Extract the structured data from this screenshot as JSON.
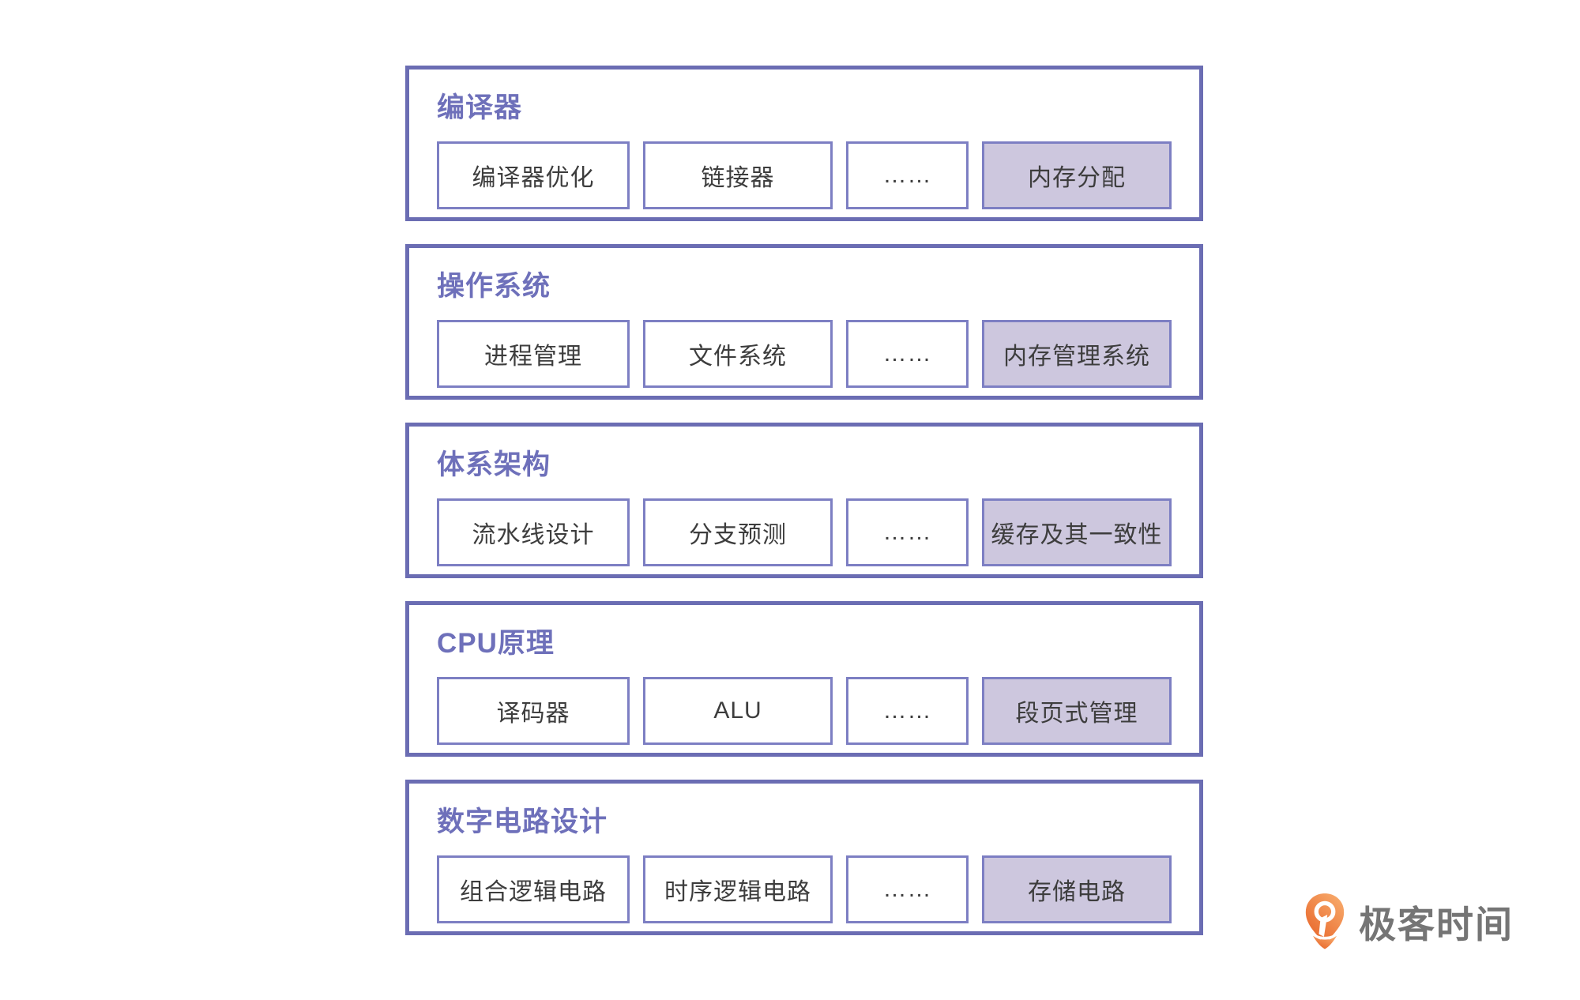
{
  "colors": {
    "layer_border": "#6b6db3",
    "layer_title": "#6e70ba",
    "box_border": "#7d7fc3",
    "box_text": "#3d3d3d",
    "highlight_bg": "#cdc7de",
    "logo_orange_light": "#f7a869",
    "logo_orange_dark": "#e8662a",
    "logo_text_color": "#757575"
  },
  "sections": [
    {
      "title": "编译器",
      "items": [
        {
          "label": "编译器优化",
          "highlighted": false
        },
        {
          "label": "链接器",
          "highlighted": false
        },
        {
          "label": "……",
          "highlighted": false
        },
        {
          "label": "内存分配",
          "highlighted": true
        }
      ]
    },
    {
      "title": "操作系统",
      "items": [
        {
          "label": "进程管理",
          "highlighted": false
        },
        {
          "label": "文件系统",
          "highlighted": false
        },
        {
          "label": "……",
          "highlighted": false
        },
        {
          "label": "内存管理系统",
          "highlighted": true
        }
      ]
    },
    {
      "title": "体系架构",
      "items": [
        {
          "label": "流水线设计",
          "highlighted": false
        },
        {
          "label": "分支预测",
          "highlighted": false
        },
        {
          "label": "……",
          "highlighted": false
        },
        {
          "label": "缓存及其一致性",
          "highlighted": true
        }
      ]
    },
    {
      "title": "CPU原理",
      "items": [
        {
          "label": "译码器",
          "highlighted": false
        },
        {
          "label": "ALU",
          "highlighted": false
        },
        {
          "label": "……",
          "highlighted": false
        },
        {
          "label": "段页式管理",
          "highlighted": true
        }
      ]
    },
    {
      "title": "数字电路设计",
      "items": [
        {
          "label": "组合逻辑电路",
          "highlighted": false
        },
        {
          "label": "时序逻辑电路",
          "highlighted": false
        },
        {
          "label": "……",
          "highlighted": false
        },
        {
          "label": "存储电路",
          "highlighted": true
        }
      ]
    }
  ],
  "logo": {
    "text": "极客时间",
    "icon": "geektime-logo-icon"
  }
}
